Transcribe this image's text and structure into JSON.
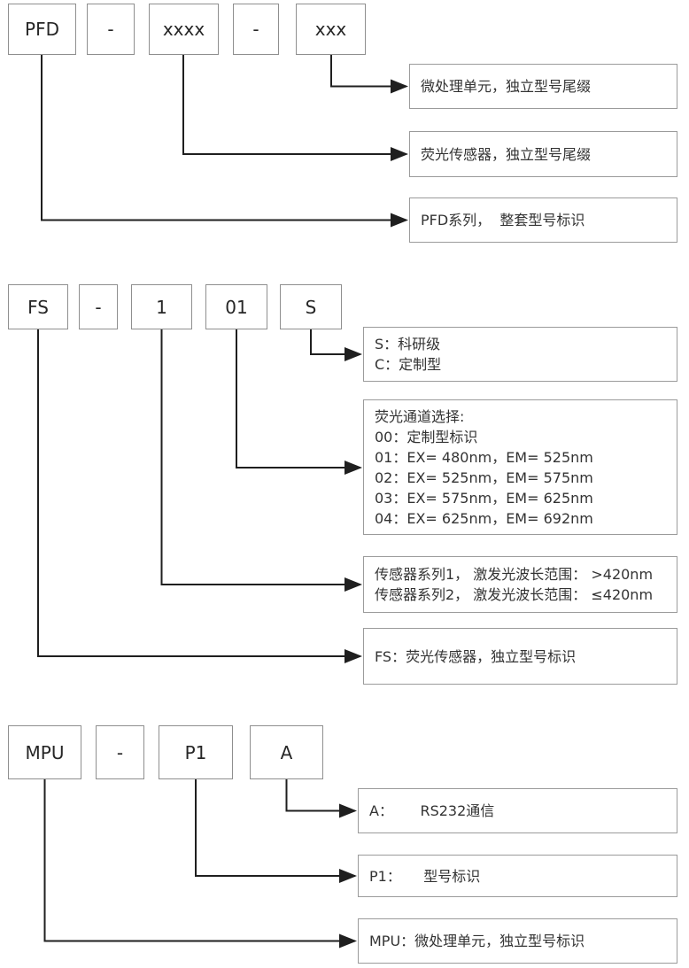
{
  "sections": [
    {
      "id": "pfd",
      "boxes": [
        "PFD",
        "-",
        "xxxx",
        "-",
        "xxx"
      ],
      "labels": [
        {
          "lines": [
            "微处理单元，独立型号尾缀"
          ]
        },
        {
          "lines": [
            "荧光传感器，独立型号尾缀"
          ]
        },
        {
          "lines": [
            "PFD系列，  整套型号标识"
          ]
        }
      ]
    },
    {
      "id": "fs",
      "boxes": [
        "FS",
        "-",
        "1",
        "01",
        "S"
      ],
      "labels": [
        {
          "lines": [
            "S：科研级",
            "C：定制型"
          ]
        },
        {
          "lines": [
            "荧光通道选择:",
            "00：定制型标识",
            "01：EX= 480nm，EM= 525nm",
            "02：EX= 525nm，EM= 575nm",
            "03：EX= 575nm，EM= 625nm",
            "04：EX= 625nm，EM= 692nm"
          ]
        },
        {
          "lines": [
            "传感器系列1， 激发光波长范围： >420nm",
            "传感器系列2， 激发光波长范围： ≤420nm"
          ]
        },
        {
          "lines": [
            "FS：荧光传感器，独立型号标识"
          ]
        }
      ]
    },
    {
      "id": "mpu",
      "boxes": [
        "MPU",
        "-",
        "P1",
        "A"
      ],
      "labels": [
        {
          "lines": [
            "A：      RS232通信"
          ]
        },
        {
          "lines": [
            "P1：     型号标识"
          ]
        },
        {
          "lines": [
            "MPU：微处理单元，独立型号标识"
          ]
        }
      ]
    }
  ],
  "colors": {
    "background": "#ffffff",
    "box_border": "#8f8f8f",
    "label_border": "#9b9b9b",
    "connector_line": "#1f1f1f",
    "text": "#333333"
  }
}
